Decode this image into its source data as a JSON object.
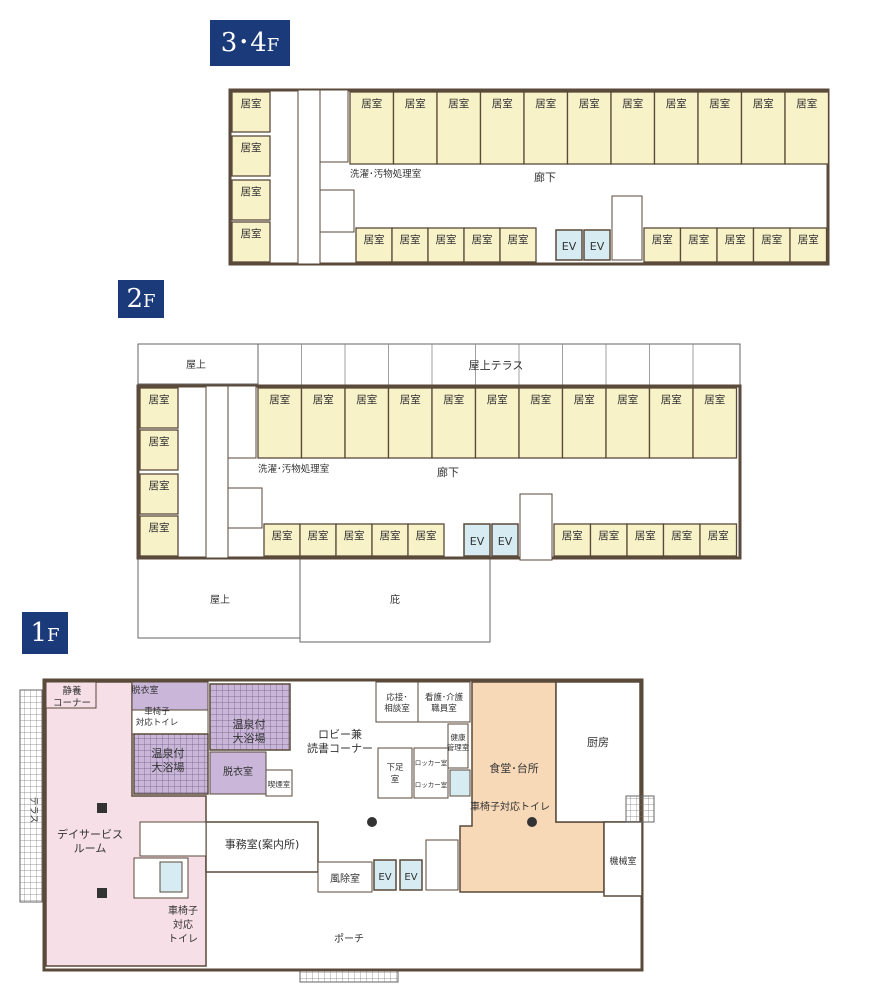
{
  "colors": {
    "wall": "#5a4a3a",
    "room": "#f8f2c8",
    "corridor": "#ffffff",
    "ev": "#d6ecf2",
    "dining": "#f7d9b8",
    "dayservice": "#f6dfe6",
    "bath": "#c9b6d8",
    "badge": "#1b3a7a"
  },
  "floor_34": {
    "badge_main": "3･4",
    "badge_sub": "F",
    "room": "居室",
    "corridor": "廊下",
    "laundry": "洗濯･汚物処理室",
    "ev": "EV"
  },
  "floor_2": {
    "badge_main": "2",
    "badge_sub": "F",
    "room": "居室",
    "corridor": "廊下",
    "laundry": "洗濯･汚物処理室",
    "ev": "EV",
    "rooftop": "屋上",
    "roof_terrace": "屋上テラス",
    "eaves": "庇"
  },
  "floor_1": {
    "badge_main": "1",
    "badge_sub": "F",
    "quiet_corner": [
      "静養",
      "コーナー"
    ],
    "changing_room": "脱衣室",
    "wc_toilet": [
      "車椅子",
      "対応トイレ"
    ],
    "hot_spring_bath": [
      "温泉付",
      "大浴場"
    ],
    "reception": [
      "応接･",
      "相談室"
    ],
    "staff_room": [
      "看護･介護",
      "職員室"
    ],
    "health_room": [
      "健康",
      "管理室"
    ],
    "lobby": [
      "ロビー兼",
      "読書コーナー"
    ],
    "shoe_room": [
      "下足",
      "室"
    ],
    "locker_room": "ロッカー室",
    "dining_kitchen": "食堂･台所",
    "kitchen": "厨房",
    "terrace": "テラス",
    "day_service": [
      "デイサービス",
      "ルーム"
    ],
    "smoking_room": "喫煙室",
    "office": "事務室(案内所)",
    "wc_toilet_long": "車椅子対応トイレ",
    "wc_toilet_3": [
      "車椅子",
      "対応",
      "トイレ"
    ],
    "windbreak": "風除室",
    "ev": "EV",
    "machine_room": "機械室",
    "porch": "ポーチ"
  }
}
